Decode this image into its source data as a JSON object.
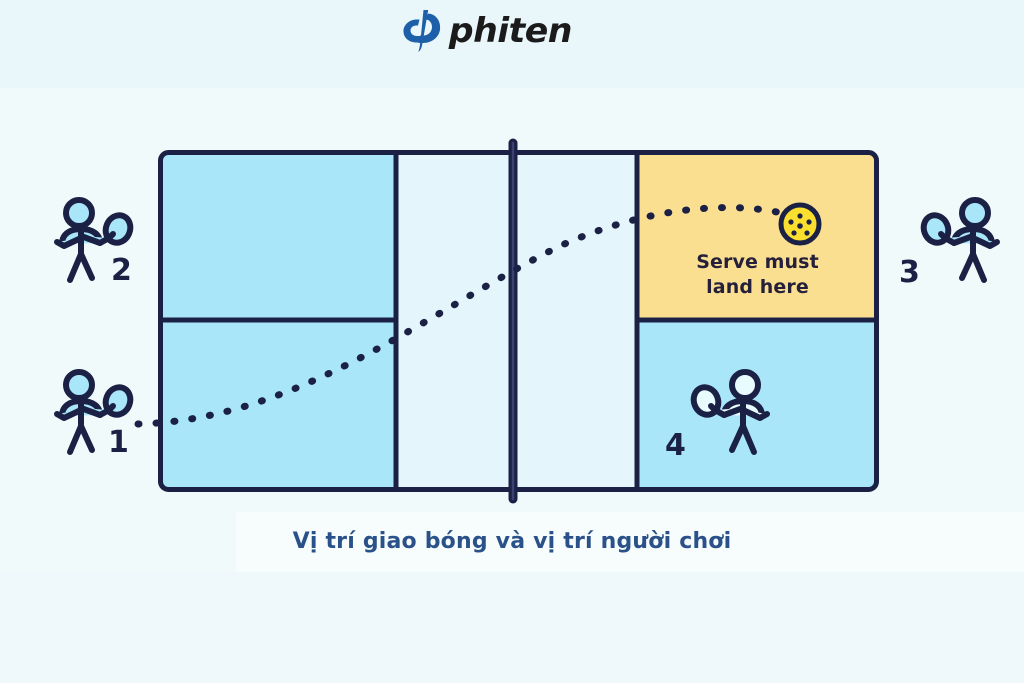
{
  "brand": {
    "name": "phiten",
    "logo_icon": "phiten-phi-mark-icon",
    "logo_color": "#1d5fa8",
    "wordmark_color": "#1b1b1b"
  },
  "diagram": {
    "title_caption": "Vị trí giao bóng và vị trí người chơi",
    "serve_zone_note_line1": "Serve must",
    "serve_zone_note_line2": "land here",
    "ball_icon": "pickleball-icon",
    "trajectory_icon": "dotted-serve-trajectory-icon",
    "net_icon": "net-line-icon",
    "colors": {
      "page_background": "#f0fafb",
      "header_band": "#e9f6fa",
      "court_surface": "#a9e6fa",
      "kitchen_zone": "#e4f6fb",
      "serve_target_zone": "#fbdf91",
      "line_navy": "#1b2145",
      "player_body": "#a9e6fa",
      "caption_text": "#2a5189",
      "note_text": "#241f3a"
    },
    "zones": [
      {
        "id": "left-back-top",
        "name": "left-odd-service-court",
        "fill": "#a9e6fa"
      },
      {
        "id": "left-back-bottom",
        "name": "left-even-service-court",
        "fill": "#a9e6fa"
      },
      {
        "id": "left-kitchen",
        "name": "left-non-volley-zone",
        "fill": "#e4f6fb"
      },
      {
        "id": "right-kitchen",
        "name": "right-non-volley-zone",
        "fill": "#e4f6fb"
      },
      {
        "id": "right-back-top",
        "name": "right-service-target-court",
        "fill": "#fbdf91"
      },
      {
        "id": "right-back-bottom",
        "name": "right-other-service-court",
        "fill": "#a9e6fa"
      }
    ],
    "players": [
      {
        "number": "1",
        "role": "server",
        "position": "outside-bottom-left",
        "facing": "right"
      },
      {
        "number": "2",
        "role": "server-partner",
        "position": "outside-top-left",
        "facing": "right"
      },
      {
        "number": "3",
        "role": "receiver-partner",
        "position": "outside-top-right",
        "facing": "left"
      },
      {
        "number": "4",
        "role": "receiver",
        "position": "inside-bottom-right",
        "facing": "left"
      }
    ]
  }
}
